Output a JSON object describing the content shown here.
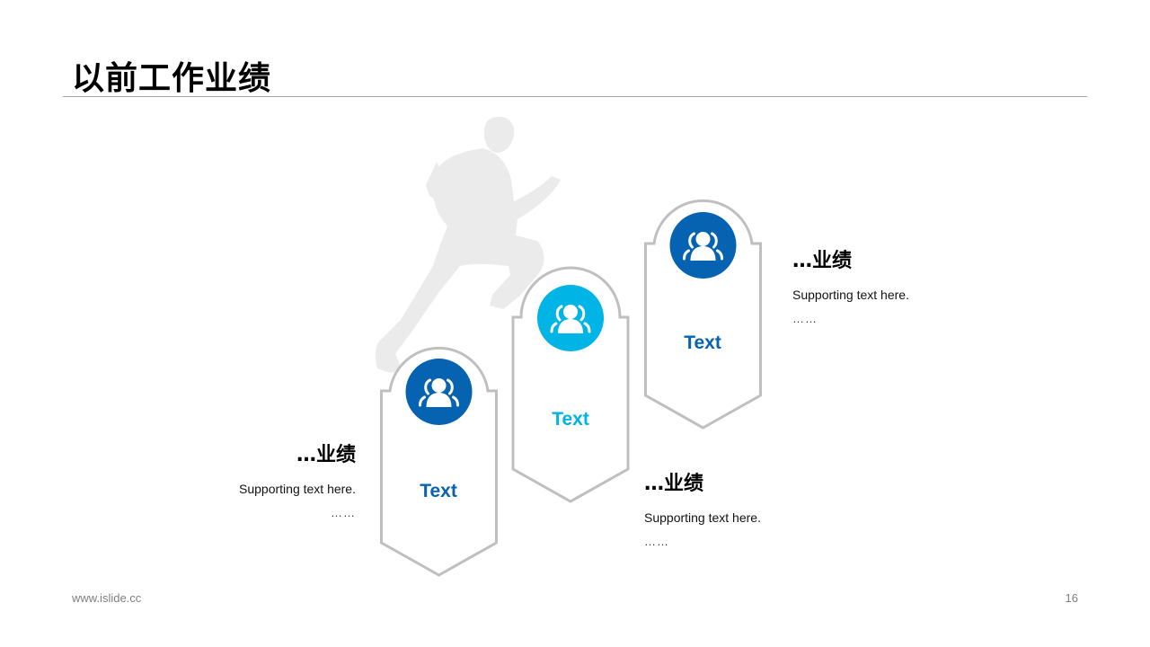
{
  "slide": {
    "title": "以前工作业绩",
    "footer_url": "www.islide.cc",
    "page_number": "16"
  },
  "colors": {
    "dark_blue": "#0563b2",
    "light_blue": "#00b4e6",
    "outline_gray": "#bfbfbf",
    "silhouette_gray": "#ebebeb"
  },
  "cards": [
    {
      "label": "Text",
      "color": "dark_blue",
      "icon": "users-icon"
    },
    {
      "label": "Text",
      "color": "light_blue",
      "icon": "users-icon"
    },
    {
      "label": "Text",
      "color": "dark_blue",
      "icon": "users-icon"
    }
  ],
  "blocks": [
    {
      "title": "…业绩",
      "text": "Supporting text here.",
      "ellipsis": "……"
    },
    {
      "title": "…业绩",
      "text": "Supporting text here.",
      "ellipsis": "……"
    },
    {
      "title": "…业绩",
      "text": "Supporting text here.",
      "ellipsis": "……"
    }
  ],
  "decoration": {
    "background_figure": "running-person-silhouette"
  }
}
